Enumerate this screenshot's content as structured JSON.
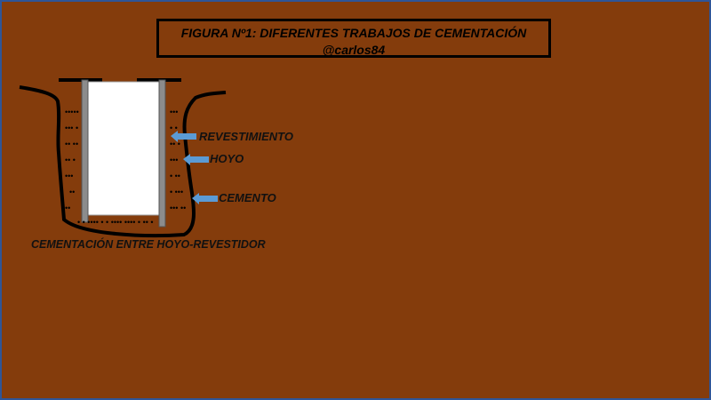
{
  "title": {
    "line1": "FIGURA Nº1: DIFERENTES TRABAJOS DE CEMENTACIÓN",
    "line2": "@carlos84"
  },
  "labels": {
    "casing": "REVESTIMIENTO",
    "hole": "HOYO",
    "cement": "CEMENTO",
    "caption": "CEMENTACIÓN ENTRE HOYO-REVESTIDOR"
  },
  "colors": {
    "background": "#843c0c",
    "arrow": "#5b9bd5",
    "casing": "#8c8c8c"
  }
}
